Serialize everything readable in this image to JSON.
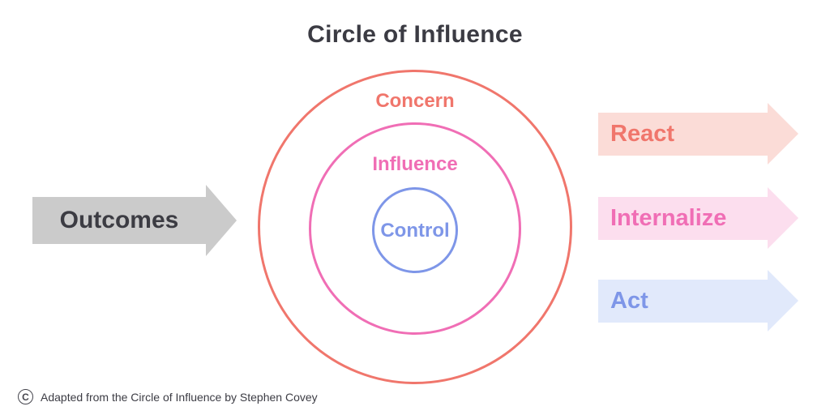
{
  "title": "Circle of Influence",
  "diagram": {
    "circles": [
      {
        "label": "Concern",
        "color": "#f0766c"
      },
      {
        "label": "Influence",
        "color": "#f06eb5"
      },
      {
        "label": "Control",
        "color": "#7e96e8"
      }
    ]
  },
  "left_arrow": {
    "label": "Outcomes",
    "arrow_color": "#cbcbcb",
    "text_color": "#3c3c43"
  },
  "right_arrows": [
    {
      "label": "React",
      "arrow_color": "#fbdcd7",
      "text_color": "#f0766c"
    },
    {
      "label": "Internalize",
      "arrow_color": "#fcdeee",
      "text_color": "#f06eb5"
    },
    {
      "label": "Act",
      "arrow_color": "#e1e9fb",
      "text_color": "#7e96e8"
    }
  ],
  "footer": {
    "icon": "C",
    "text": "Adapted from the Circle of Influence by Stephen Covey"
  }
}
